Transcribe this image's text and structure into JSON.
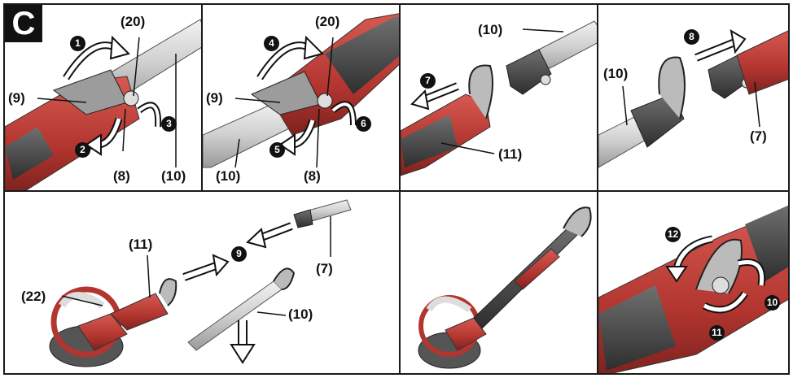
{
  "figure_letter": "C",
  "panels": [
    {
      "labels": [
        "(20)",
        "(9)",
        "(8)",
        "(10)"
      ],
      "steps": [
        "1",
        "2",
        "3"
      ]
    },
    {
      "labels": [
        "(20)",
        "(9)",
        "(10)",
        "(8)"
      ],
      "steps": [
        "4",
        "5",
        "6"
      ]
    },
    {
      "labels": [
        "(10)",
        "(11)"
      ],
      "steps": [
        "7"
      ]
    },
    {
      "labels": [
        "(10)",
        "(7)"
      ],
      "steps": [
        "8"
      ]
    },
    {
      "labels": [
        "(11)",
        "(7)",
        "(22)",
        "(10)"
      ],
      "steps": [
        "9"
      ]
    },
    {
      "labels": [],
      "steps": []
    },
    {
      "labels": [],
      "steps": [
        "12",
        "10",
        "11"
      ]
    }
  ],
  "colors": {
    "tool_red": "#b83a34",
    "grip_dark": "#4a4a4a",
    "tube_light": "#dcdcdc",
    "outline": "#1a1a1a"
  }
}
